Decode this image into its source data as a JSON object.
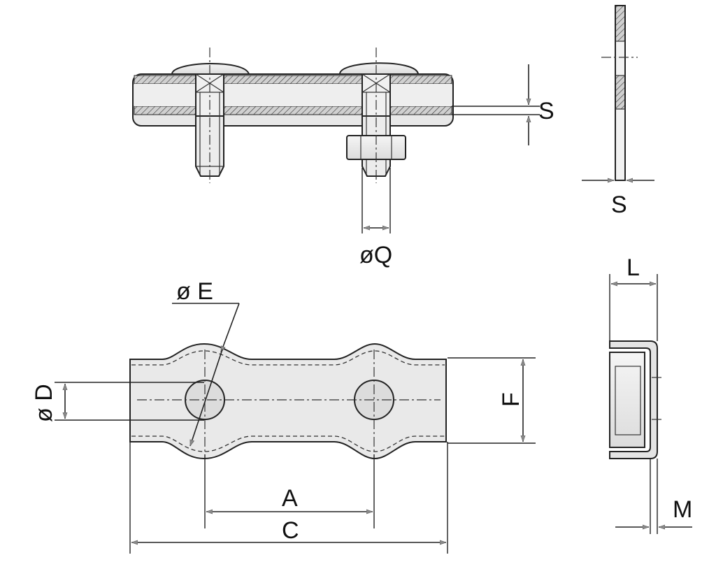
{
  "labels": {
    "s_top": "S",
    "s_side": "S",
    "q": "øQ",
    "e": "ø E",
    "d": "ø D",
    "f": "F",
    "a": "A",
    "c": "C",
    "l": "L",
    "m": "M"
  },
  "colors": {
    "line": "#222222",
    "face": "#e6e6e6",
    "face_light": "#f2f2f2",
    "arrow": "#8a8a8a"
  }
}
